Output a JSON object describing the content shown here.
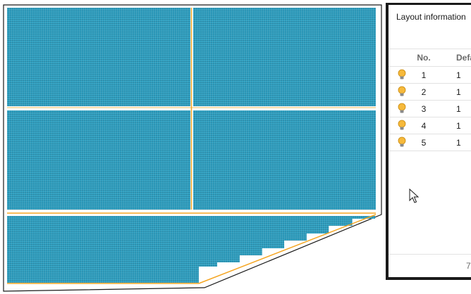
{
  "layout_info": {
    "title": "Layout information",
    "columns": {
      "no": "No.",
      "default": "Defa"
    },
    "rows": [
      {
        "no": "1",
        "default": "1"
      },
      {
        "no": "2",
        "default": "1"
      },
      {
        "no": "3",
        "default": "1"
      },
      {
        "no": "4",
        "default": "1"
      },
      {
        "no": "5",
        "default": "1"
      }
    ],
    "footer_value": "7"
  },
  "icons": {
    "row_icon": "lightbulb-icon",
    "cursor": "mouse-pointer-icon"
  },
  "colors": {
    "panel": "#2f9fc0",
    "outline": "#f5a623",
    "border": "#1a1a1a"
  }
}
